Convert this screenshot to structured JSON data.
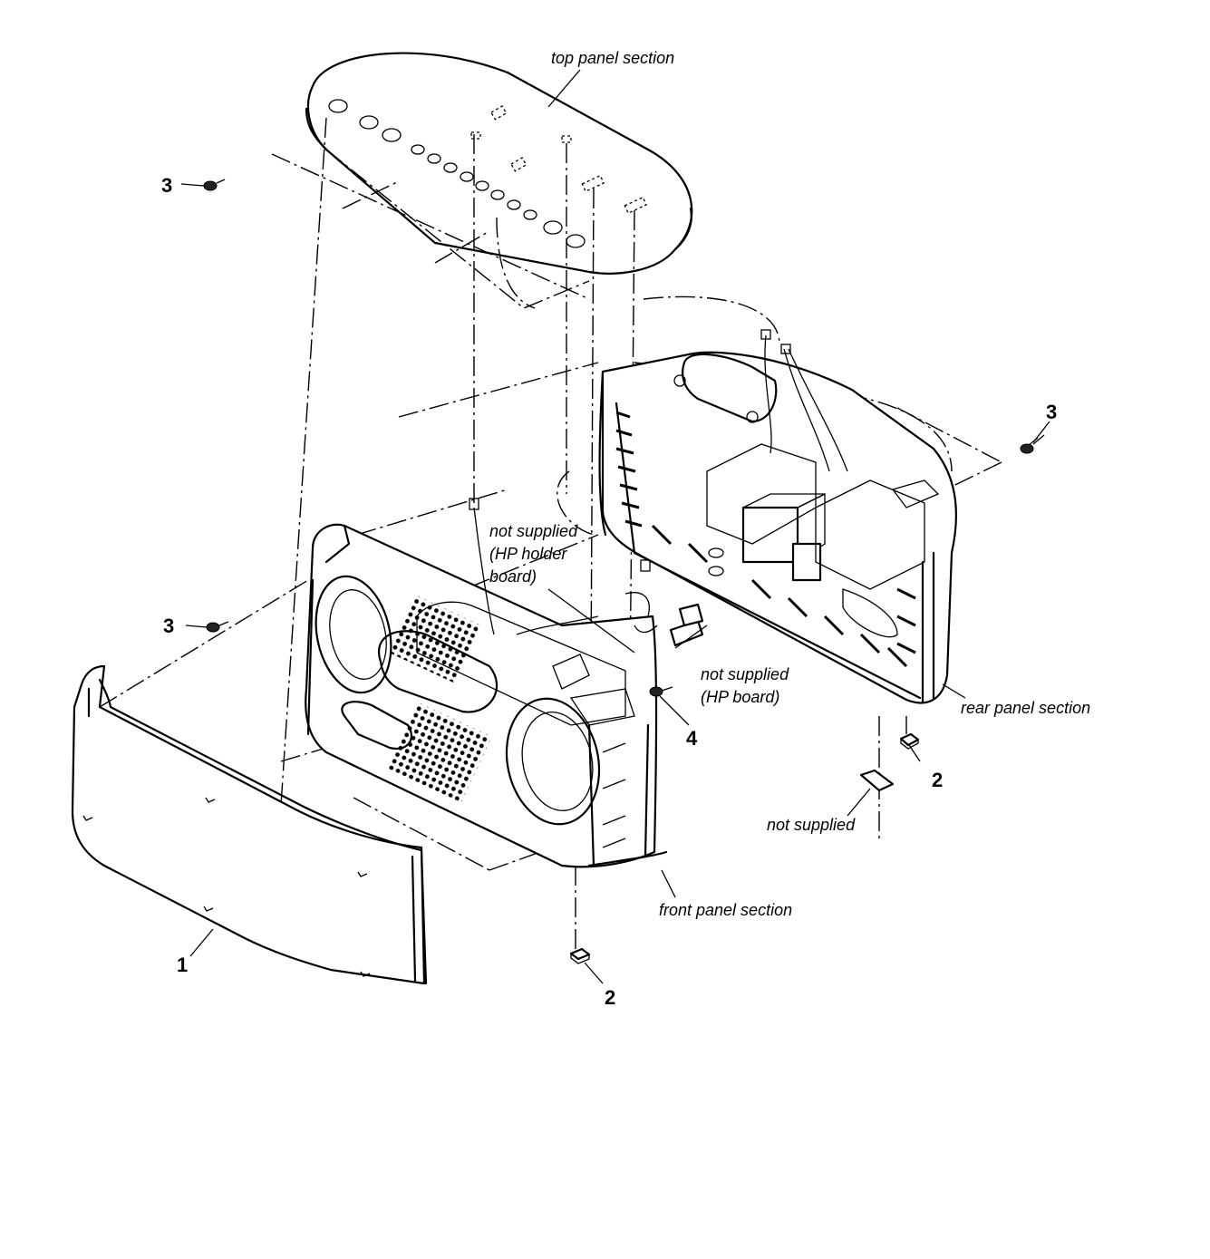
{
  "labels": {
    "top_panel": "top panel section",
    "not_supplied_hp_holder_1": "not supplied",
    "not_supplied_hp_holder_2": "(HP holder",
    "not_supplied_hp_holder_3": "board)",
    "not_supplied_hp_board_1": "not supplied",
    "not_supplied_hp_board_2": "(HP board)",
    "rear_panel": "rear panel section",
    "not_supplied": "not supplied",
    "front_panel": "front panel section"
  },
  "callouts": {
    "screw_top_left": "3",
    "screw_right": "3",
    "screw_left": "3",
    "screw_front": "4",
    "foot_rear": "2",
    "foot_front": "2",
    "cover": "1"
  }
}
